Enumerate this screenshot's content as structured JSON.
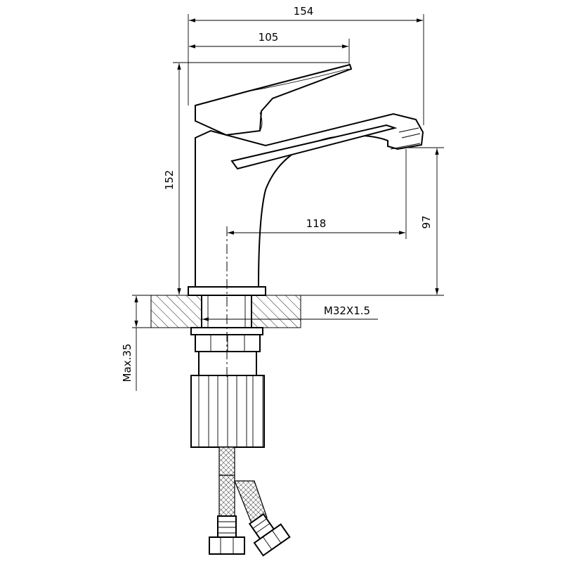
{
  "dimensions": {
    "overall_length": "154",
    "handle_length": "105",
    "overall_height": "152",
    "spout_height": "97",
    "spout_reach": "118",
    "thread": "M32X1.5",
    "max_thickness": "Max.35"
  },
  "colors": {
    "line": "#000000",
    "background": "#ffffff"
  }
}
